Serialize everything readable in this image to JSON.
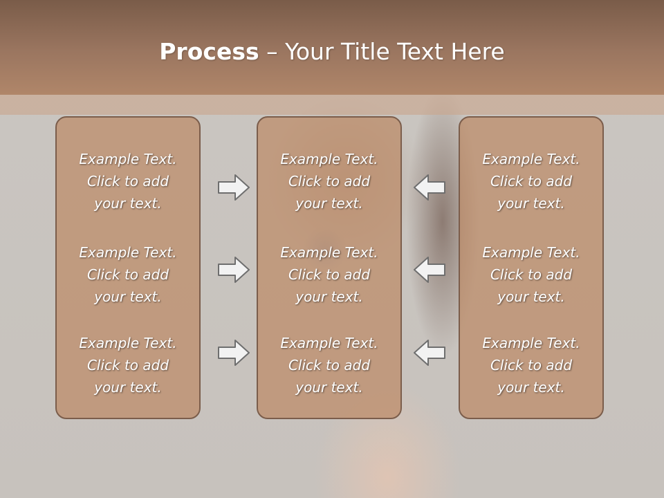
{
  "slide": {
    "title_bold": "Process",
    "title_rest": " – Your Title Text Here"
  },
  "columns": [
    {
      "items": [
        {
          "line1": "Example Text.",
          "line2": "Click  to add",
          "line3": "your text."
        },
        {
          "line1": "Example Text.",
          "line2": "Click  to add",
          "line3": "your text."
        },
        {
          "line1": "Example Text.",
          "line2": "Click  to add",
          "line3": "your text."
        }
      ]
    },
    {
      "items": [
        {
          "line1": "Example Text.",
          "line2": "Click  to add",
          "line3": "your text."
        },
        {
          "line1": "Example Text.",
          "line2": "Click  to add",
          "line3": "your text."
        },
        {
          "line1": "Example Text.",
          "line2": "Click  to add",
          "line3": "your text."
        }
      ]
    },
    {
      "items": [
        {
          "line1": "Example Text.",
          "line2": "Click  to add",
          "line3": "your text."
        },
        {
          "line1": "Example Text.",
          "line2": "Click  to add",
          "line3": "your text."
        },
        {
          "line1": "Example Text.",
          "line2": "Click  to add",
          "line3": "your text."
        }
      ]
    }
  ],
  "arrows": {
    "left_to_center": [
      "arrow-right-icon",
      "arrow-right-icon",
      "arrow-right-icon"
    ],
    "right_to_center": [
      "arrow-left-icon",
      "arrow-left-icon",
      "arrow-left-icon"
    ]
  },
  "colors": {
    "title_band": "#9b7660",
    "box_fill": "#bc8a66",
    "box_border": "#7b5d4b",
    "arrow_fill": "#f2f2f2",
    "arrow_stroke": "#6e6e6e"
  }
}
